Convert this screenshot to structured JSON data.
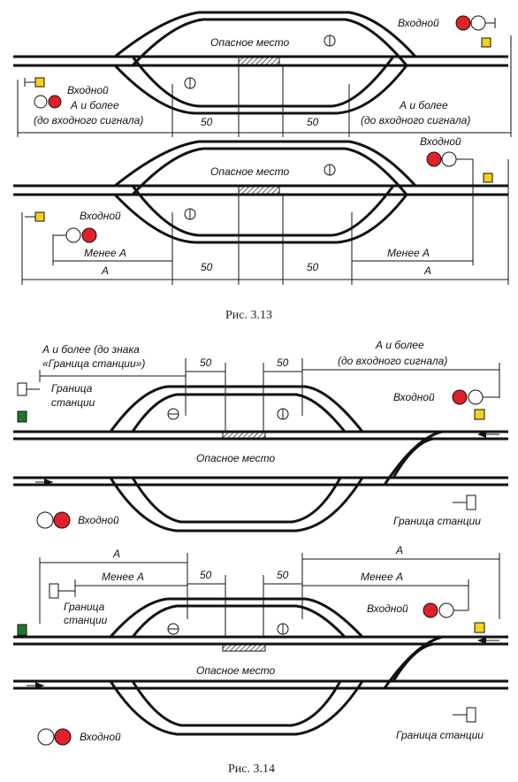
{
  "figures": {
    "fig13": {
      "caption": "Рис. 3.13",
      "top": {
        "danger_place": "Опасное место",
        "entry_right": "Входной",
        "entry_left": "Входной",
        "left_dim": "А и более",
        "left_dim2": "(до входного сигнала)",
        "right_dim": "А и более",
        "right_dim2": "(до входного сигнала)",
        "d50a": "50",
        "d50b": "50"
      },
      "bottom": {
        "danger_place": "Опасное место",
        "entry_right": "Входной",
        "entry_left": "Входной",
        "less_a_left": "Менее А",
        "a_left": "А",
        "less_a_right": "Менее А",
        "a_right": "А",
        "d50a": "50",
        "d50b": "50"
      }
    },
    "fig14": {
      "caption": "Рис. 3.14",
      "top": {
        "left_dim": "А и более (до знака",
        "left_dim2": "«Граница станции»)",
        "right_dim": "А и более",
        "right_dim2": "(до входного сигнала)",
        "d50a": "50",
        "d50b": "50",
        "border_left1": "Граница",
        "border_left2": "станции",
        "entry_right": "Входной",
        "danger_place": "Опасное место",
        "entry_left": "Входной",
        "border_right": "Граница станции"
      },
      "bottom": {
        "a_left": "А",
        "a_right": "А",
        "less_a_left": "Менее А",
        "less_a_right": "Менее А",
        "d50a": "50",
        "d50b": "50",
        "border_left1": "Граница",
        "border_left2": "станции",
        "entry_right": "Входной",
        "danger_place": "Опасное место",
        "entry_left": "Входной",
        "border_right": "Граница станции"
      }
    }
  },
  "colors": {
    "red": "#e0202a",
    "yellow": "#f2d21a",
    "green": "#1f7a2e"
  }
}
